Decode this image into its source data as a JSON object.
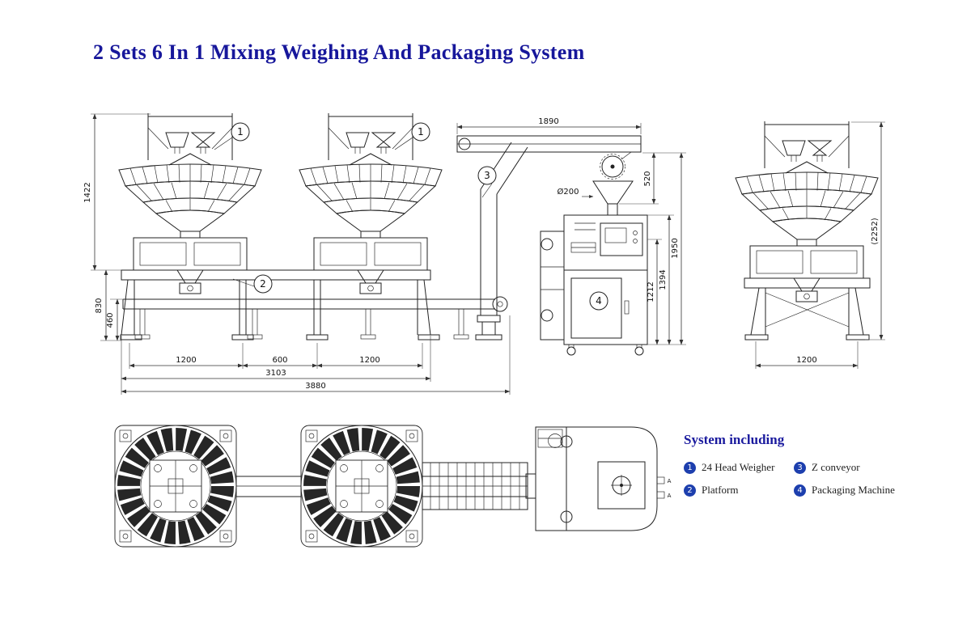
{
  "title": "2 Sets 6 In 1 Mixing Weighing And Packaging System",
  "callouts": {
    "weigher": "1",
    "platform": "2",
    "z_conveyor": "3",
    "packaging_machine": "4"
  },
  "dimensions": {
    "weigher_height": "1422",
    "platform_height": "830",
    "conveyor_height": "460",
    "bay_left": "1200",
    "bay_gap": "600",
    "bay_right": "1200",
    "platform_length": "3103",
    "overall_length": "3880",
    "top_conveyor_length": "1890",
    "drop_height": "520",
    "former_diameter": "Ø200",
    "film_unit_height": "1212",
    "machine_height": "1394",
    "infeed_height": "1950",
    "side_overall_height": "(2252)",
    "side_width": "1200"
  },
  "plan": {
    "section_mark": "A"
  },
  "legend": {
    "heading": "System including",
    "items": [
      {
        "num": "1",
        "label": "24 Head Weigher"
      },
      {
        "num": "2",
        "label": "Platform"
      },
      {
        "num": "3",
        "label": "Z conveyor"
      },
      {
        "num": "4",
        "label": "Packaging Machine"
      }
    ]
  },
  "colors": {
    "title": "#17179b",
    "legend_accent": "#1d3fae",
    "line": "#222222"
  }
}
